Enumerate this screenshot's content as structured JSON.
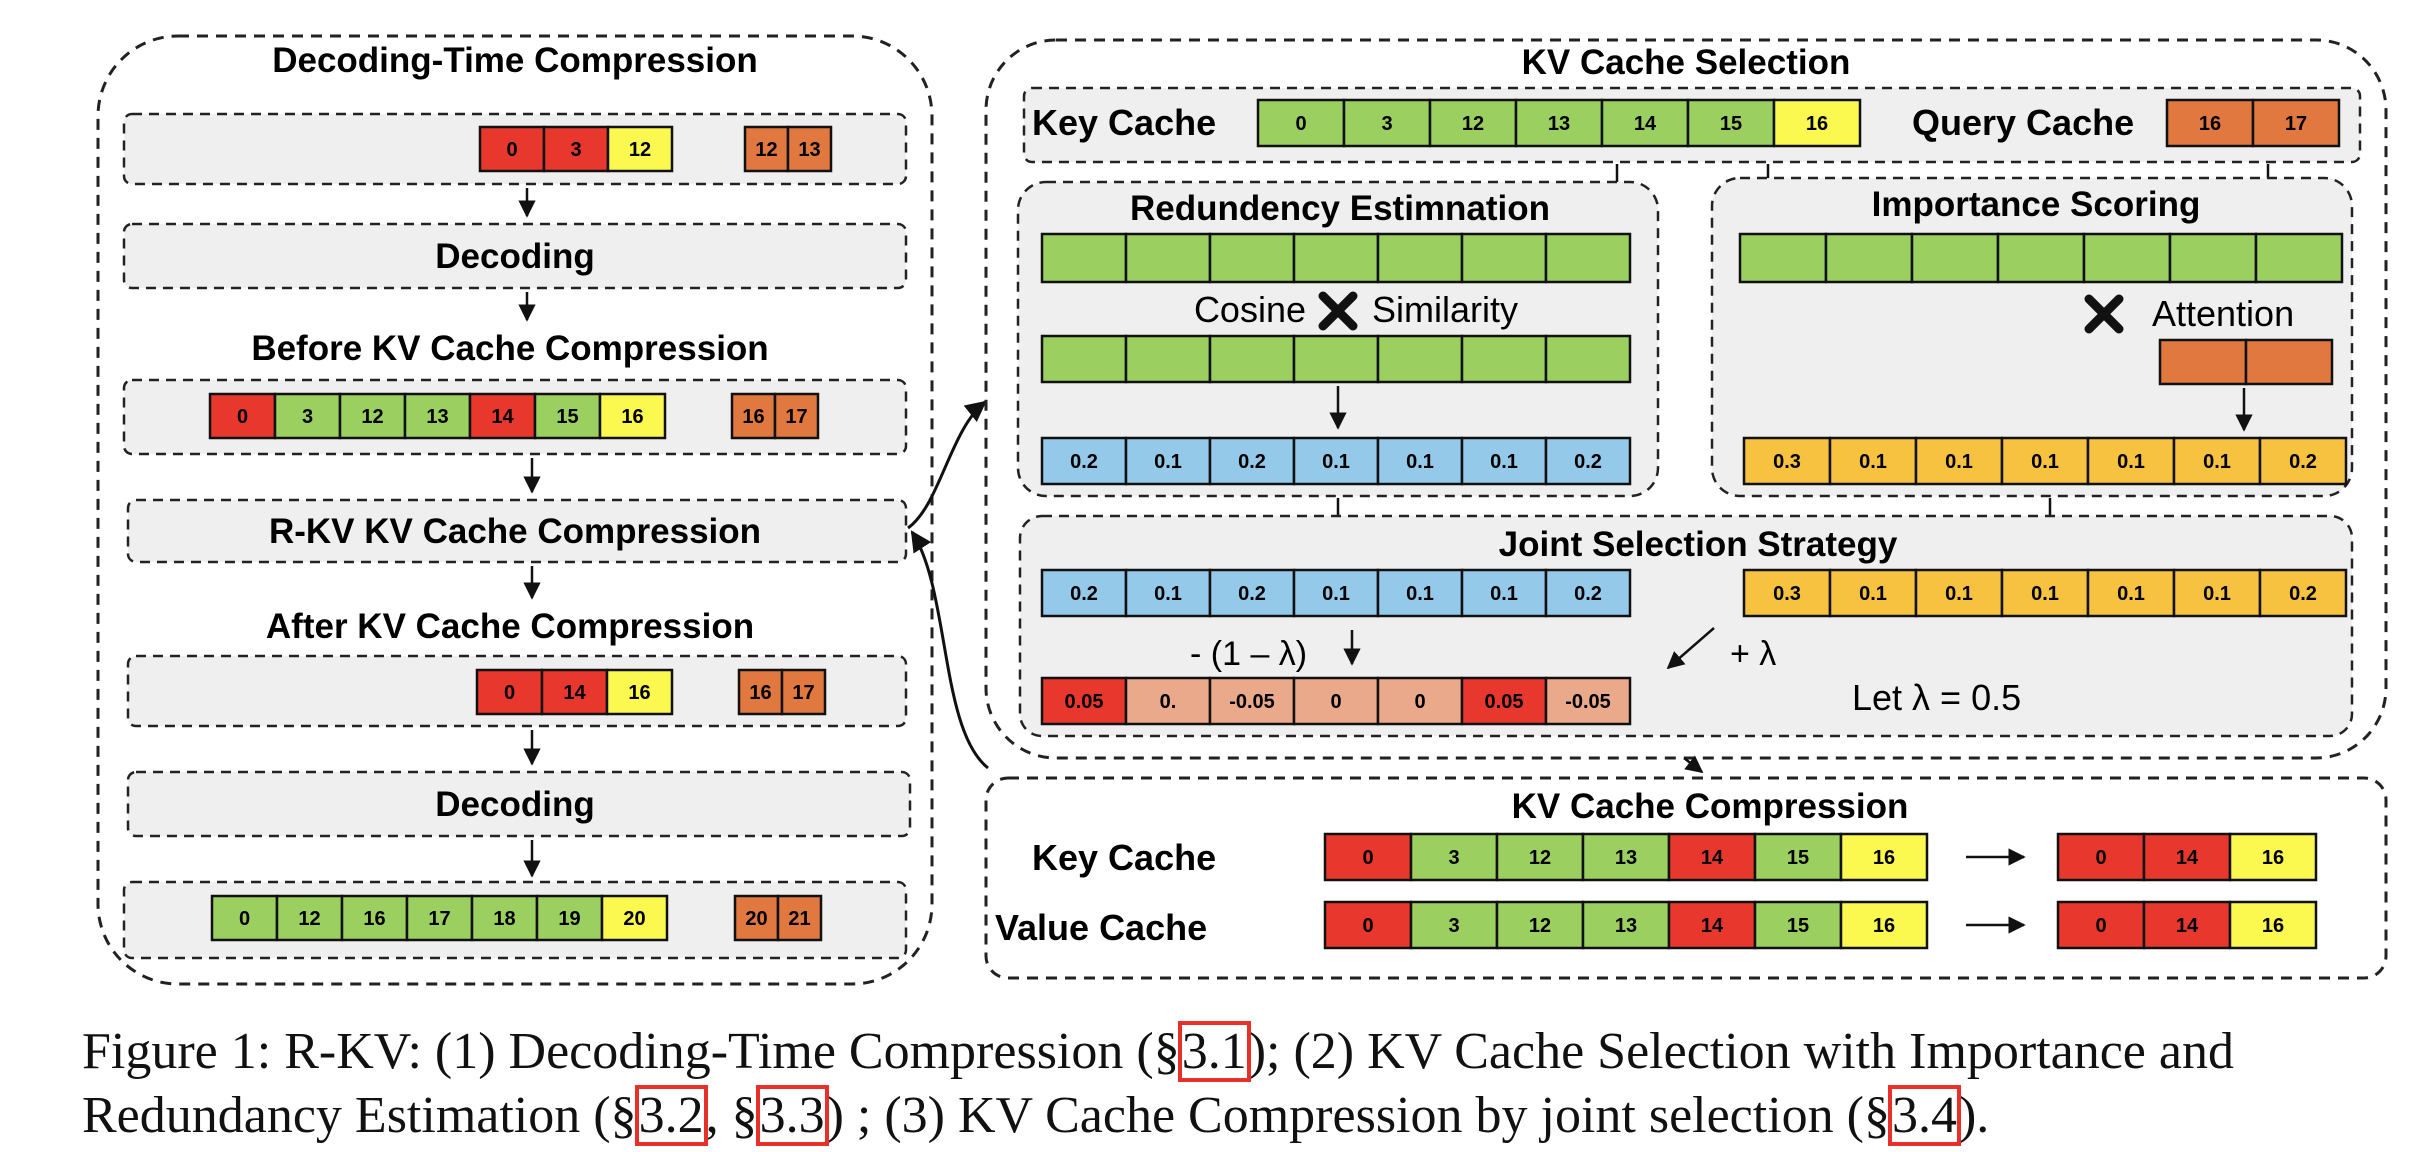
{
  "colors": {
    "red": "#e8382d",
    "green": "#9bcf5f",
    "yellow": "#fbf84f",
    "orange": "#e0783f",
    "blue": "#95c9ea",
    "gold": "#f7c23f",
    "salmon": "#e9a98a",
    "panel": "#efefef"
  },
  "left": {
    "title": "Decoding-Time Compression",
    "decoding1": "Decoding",
    "before_title": "Before KV Cache Compression",
    "rkv": "R-KV KV Cache Compression",
    "after_title": "After KV Cache Compression",
    "decoding2": "Decoding",
    "row1": [
      {
        "t": "0",
        "c": "red"
      },
      {
        "t": "3",
        "c": "red"
      },
      {
        "t": "12",
        "c": "yellow"
      }
    ],
    "row1_q": [
      {
        "t": "12",
        "c": "orange"
      },
      {
        "t": "13",
        "c": "orange"
      }
    ],
    "row2": [
      {
        "t": "0",
        "c": "red"
      },
      {
        "t": "3",
        "c": "green"
      },
      {
        "t": "12",
        "c": "green"
      },
      {
        "t": "13",
        "c": "green"
      },
      {
        "t": "14",
        "c": "red"
      },
      {
        "t": "15",
        "c": "green"
      },
      {
        "t": "16",
        "c": "yellow"
      }
    ],
    "row2_q": [
      {
        "t": "16",
        "c": "orange"
      },
      {
        "t": "17",
        "c": "orange"
      }
    ],
    "row3": [
      {
        "t": "0",
        "c": "red"
      },
      {
        "t": "14",
        "c": "red"
      },
      {
        "t": "16",
        "c": "yellow"
      }
    ],
    "row3_q": [
      {
        "t": "16",
        "c": "orange"
      },
      {
        "t": "17",
        "c": "orange"
      }
    ],
    "row4": [
      {
        "t": "0",
        "c": "green"
      },
      {
        "t": "12",
        "c": "green"
      },
      {
        "t": "16",
        "c": "green"
      },
      {
        "t": "17",
        "c": "green"
      },
      {
        "t": "18",
        "c": "green"
      },
      {
        "t": "19",
        "c": "green"
      },
      {
        "t": "20",
        "c": "yellow"
      }
    ],
    "row4_q": [
      {
        "t": "20",
        "c": "orange"
      },
      {
        "t": "21",
        "c": "orange"
      }
    ]
  },
  "selection": {
    "title": "KV Cache Selection",
    "key_label": "Key Cache",
    "query_label": "Query Cache",
    "key_cells": [
      {
        "t": "0",
        "c": "green"
      },
      {
        "t": "3",
        "c": "green"
      },
      {
        "t": "12",
        "c": "green"
      },
      {
        "t": "13",
        "c": "green"
      },
      {
        "t": "14",
        "c": "green"
      },
      {
        "t": "15",
        "c": "green"
      },
      {
        "t": "16",
        "c": "yellow"
      }
    ],
    "query_cells": [
      {
        "t": "16",
        "c": "orange"
      },
      {
        "t": "17",
        "c": "orange"
      }
    ],
    "redundancy": {
      "title": "Redundency Estimnation",
      "cosine": "Cosine",
      "similarity": "Similarity",
      "values": [
        "0.2",
        "0.1",
        "0.2",
        "0.1",
        "0.1",
        "0.1",
        "0.2"
      ]
    },
    "importance": {
      "title": "Importance Scoring",
      "attention": "Attention",
      "values": [
        "0.3",
        "0.1",
        "0.1",
        "0.1",
        "0.1",
        "0.1",
        "0.2"
      ]
    },
    "joint": {
      "title": "Joint Selection Strategy",
      "minus_label": "- (1 – λ)",
      "plus_label": "+ λ",
      "let_label": "Let λ = 0.5",
      "result": [
        {
          "t": "0.05",
          "c": "red"
        },
        {
          "t": "0.",
          "c": "salmon"
        },
        {
          "t": "-0.05",
          "c": "salmon"
        },
        {
          "t": "0",
          "c": "salmon"
        },
        {
          "t": "0",
          "c": "salmon"
        },
        {
          "t": "0.05",
          "c": "red"
        },
        {
          "t": "-0.05",
          "c": "salmon"
        }
      ]
    }
  },
  "compression": {
    "title": "KV Cache Compression",
    "key_label": "Key Cache",
    "value_label": "Value Cache",
    "full": [
      {
        "t": "0",
        "c": "red"
      },
      {
        "t": "3",
        "c": "green"
      },
      {
        "t": "12",
        "c": "green"
      },
      {
        "t": "13",
        "c": "green"
      },
      {
        "t": "14",
        "c": "red"
      },
      {
        "t": "15",
        "c": "green"
      },
      {
        "t": "16",
        "c": "yellow"
      }
    ],
    "kept": [
      {
        "t": "0",
        "c": "red"
      },
      {
        "t": "14",
        "c": "red"
      },
      {
        "t": "16",
        "c": "yellow"
      }
    ]
  },
  "caption": {
    "p1": "Figure 1: R-KV: (1) Decoding-Time Compression (§",
    "r1": "3.1",
    "p2": "); (2) KV Cache Selection with Importance and Redundancy Estimation (§",
    "r2": "3.2",
    "p3": ", §",
    "r3": "3.3",
    "p4": ") ; (3) KV Cache Compression by joint selection (§",
    "r4": "3.4",
    "p5": ")."
  }
}
